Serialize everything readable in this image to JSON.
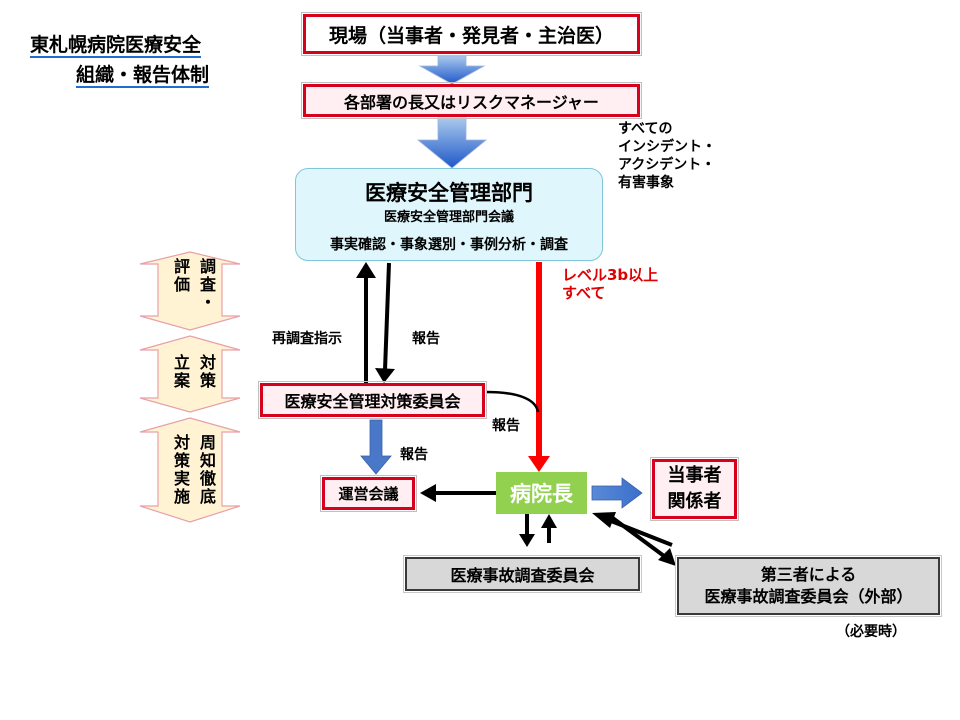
{
  "title": {
    "line1": "東札幌病院医療安全",
    "line2": "組織・報告体制"
  },
  "boxes": {
    "scene": "現場（当事者・発見者・主治医）",
    "manager": "各部署の長又はリスクマネージャー",
    "dept_title": "医療安全管理部門",
    "dept_meeting": "医療安全管理部門会議",
    "dept_tasks": "事実確認・事象選別・事例分析・調査",
    "committee": "医療安全管理対策委員会",
    "operations": "運営会議",
    "director": "病院長",
    "concerned_line1": "当事者",
    "concerned_line2": "関係者",
    "accident_committee": "医療事故調査委員会",
    "external_line1": "第三者による",
    "external_line2": "医療事故調査委員会（外部）"
  },
  "notes": {
    "all_incidents_line1": "すべての",
    "all_incidents_line2": "インシデント・",
    "all_incidents_line3": "アクシデント・",
    "all_incidents_line4": "有害事象",
    "level_line1": "レベル3b以上",
    "level_line2": "すべて",
    "when_needed": "（必要時）"
  },
  "labels": {
    "reinvestigate": "再調査指示",
    "report_dept": "報告",
    "report_committee": "報告",
    "report_ops": "報告"
  },
  "side_phases": [
    {
      "col1": "調査・",
      "col2": "評価"
    },
    {
      "col1": "対策",
      "col2": "立案"
    },
    {
      "col1": "周知徹底",
      "col2": "対策実施"
    }
  ],
  "colors": {
    "red_border": "#d7001d",
    "dept_fill": "#dff7fc",
    "director_fill": "#92d050",
    "gray_fill": "#d8d8d8",
    "blue_arrow": "#4472c4",
    "red_arrow": "#ff0000",
    "phase_fill": "#fff3d4",
    "phase_stroke": "#e8a0a8"
  }
}
